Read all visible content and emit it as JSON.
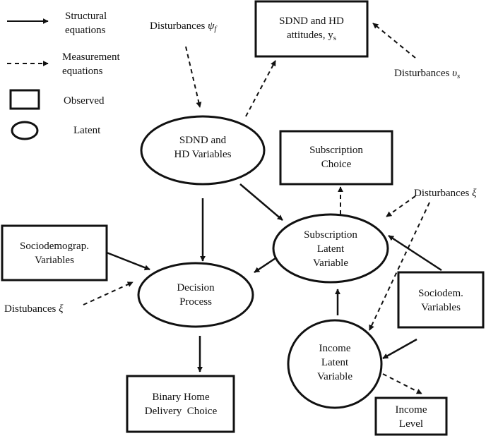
{
  "legend": {
    "structural": [
      "Structural",
      "equations"
    ],
    "measurement": [
      "Measurement",
      "equations"
    ],
    "observed": "Observed",
    "latent": "Latent"
  },
  "nodes": {
    "attitudes": [
      "SDND and  HD",
      "attitudes, y"
    ],
    "attitudes_sub": "s",
    "sdnd_vars": [
      "SDND",
      "and",
      "HD Variables"
    ],
    "subscription_choice": [
      "Subscription",
      "Choice"
    ],
    "subscription_latent": [
      "Subscription",
      "Latent",
      "Variable"
    ],
    "sociodemo_vars": [
      "Sociodemograp.",
      "Variables"
    ],
    "decision_process": [
      "Decision",
      "Process"
    ],
    "sociodem_vars": [
      "Sociodem.",
      "Variables"
    ],
    "income_latent": [
      "Income",
      "Latent",
      "Variable"
    ],
    "binary_choice": [
      "Binary Home",
      "Delivery  Choice"
    ],
    "income_level": [
      "Income",
      "Level"
    ]
  },
  "disturbances": {
    "psi_f": {
      "text": "Disturbances",
      "symbol": "ψ",
      "sub": "f"
    },
    "upsilon_s": {
      "text": "Disturbances",
      "symbol": "υ",
      "sub": "s"
    },
    "xi_right": {
      "text": "Disturbances",
      "symbol": "ξ"
    },
    "xi_left": {
      "text": "Distubances",
      "symbol": "ξ"
    }
  }
}
